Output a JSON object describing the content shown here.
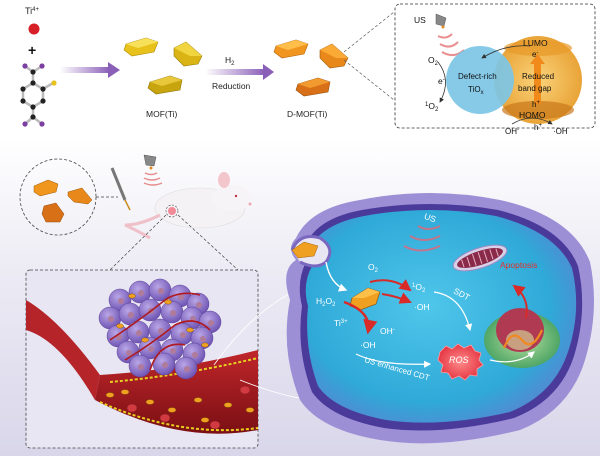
{
  "synthesis": {
    "metal_label": "Ti",
    "metal_charge": "4+",
    "plus": "+",
    "mof_label": "MOF(Ti)",
    "reduction_agent": "H",
    "reduction_agent_sub": "2",
    "reduction_label": "Reduction",
    "dmof_label": "D-MOF(Ti)"
  },
  "mechanism_box": {
    "us_label": "US",
    "o2": "O",
    "o2_sub": "2",
    "electron": "e",
    "electron_sup": "-",
    "singlet_o2_sup": "1",
    "singlet_o2": "O",
    "singlet_o2_sub": "2",
    "defect_line1": "Defect-rich",
    "defect_line2": "TiO",
    "defect_sub": "x",
    "lumo": "LUMO",
    "lumo_e": "e",
    "lumo_e_sup": "-",
    "band_line1": "Reduced",
    "band_line2": "band gap",
    "hole": "h",
    "hole_sup": "+",
    "homo": "HOMO",
    "oh_minus": "OH",
    "oh_minus_sup": "-",
    "hole2": "h",
    "hole2_sup": "+",
    "oh_radical": "·OH"
  },
  "cell": {
    "us_label": "US",
    "o2": "O",
    "o2_sub": "2",
    "singlet_sup": "1",
    "singlet": "O",
    "singlet_sub": "2",
    "oh_radical_1": "·OH",
    "h2o2": "H",
    "h2o2_sub1": "2",
    "h2o2_o": "O",
    "h2o2_sub2": "2",
    "ti3": "Ti",
    "ti3_sup": "3+",
    "oh_minus": "OH",
    "oh_minus_sup": "-",
    "oh_radical_2": "·OH",
    "sdt": "SDT",
    "ros": "ROS",
    "cdt": "US enhanced CDT",
    "apoptosis": "Apoptosis"
  },
  "colors": {
    "mof_yellow": "#e8c21a",
    "dmof_orange": "#f0961e",
    "arrow_purple": "#8a5fb8",
    "tiox_blue": "#7cc6e6",
    "band_orange": "#f5b84a",
    "cell_cyan": "#35b6de",
    "membrane_purple": "#8a78c8",
    "apoptosis_red": "#e0302a",
    "ros_red": "#e8434a"
  }
}
